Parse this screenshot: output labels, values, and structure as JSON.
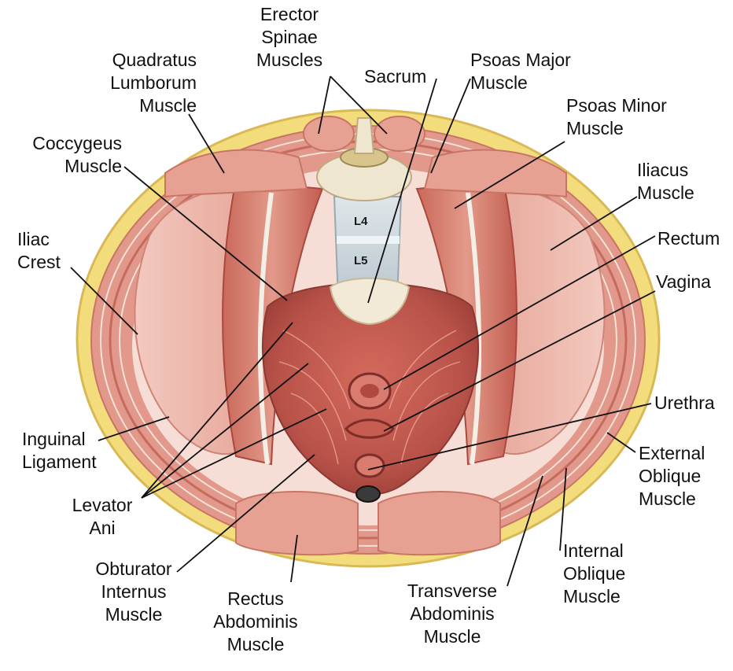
{
  "labels": {
    "erector": [
      "Erector",
      "Spinae",
      "Muscles"
    ],
    "quadratus": [
      "Quadratus",
      "Lumborum",
      "Muscle"
    ],
    "sacrum": [
      "Sacrum"
    ],
    "psoas_major": [
      "Psoas Major",
      "Muscle"
    ],
    "psoas_minor": [
      "Psoas Minor",
      "Muscle"
    ],
    "coccygeus": [
      "Coccygeus",
      "Muscle"
    ],
    "iliacus": [
      "Iliacus",
      "Muscle"
    ],
    "iliac_crest": [
      "Iliac",
      "Crest"
    ],
    "rectum": [
      "Rectum"
    ],
    "vagina": [
      "Vagina"
    ],
    "urethra": [
      "Urethra"
    ],
    "inguinal": [
      "Inguinal",
      "Ligament"
    ],
    "external_oblique": [
      "External",
      "Oblique",
      "Muscle"
    ],
    "levator": [
      "Levator",
      "Ani"
    ],
    "internal_oblique": [
      "Internal",
      "Oblique",
      "Muscle"
    ],
    "obturator": [
      "Obturator",
      "Internus",
      "Muscle"
    ],
    "rectus": [
      "Rectus",
      "Abdominis",
      "Muscle"
    ],
    "transverse": [
      "Transverse",
      "Abdominis",
      "Muscle"
    ]
  },
  "vertebrae": {
    "l4": "L4",
    "l5": "L5"
  },
  "colors": {
    "fat": "#f2dc7c",
    "muscle": "#d98a7e",
    "muscle_dark": "#b9534a",
    "bone": "#efe6cf",
    "fascia": "#f4efe6"
  }
}
